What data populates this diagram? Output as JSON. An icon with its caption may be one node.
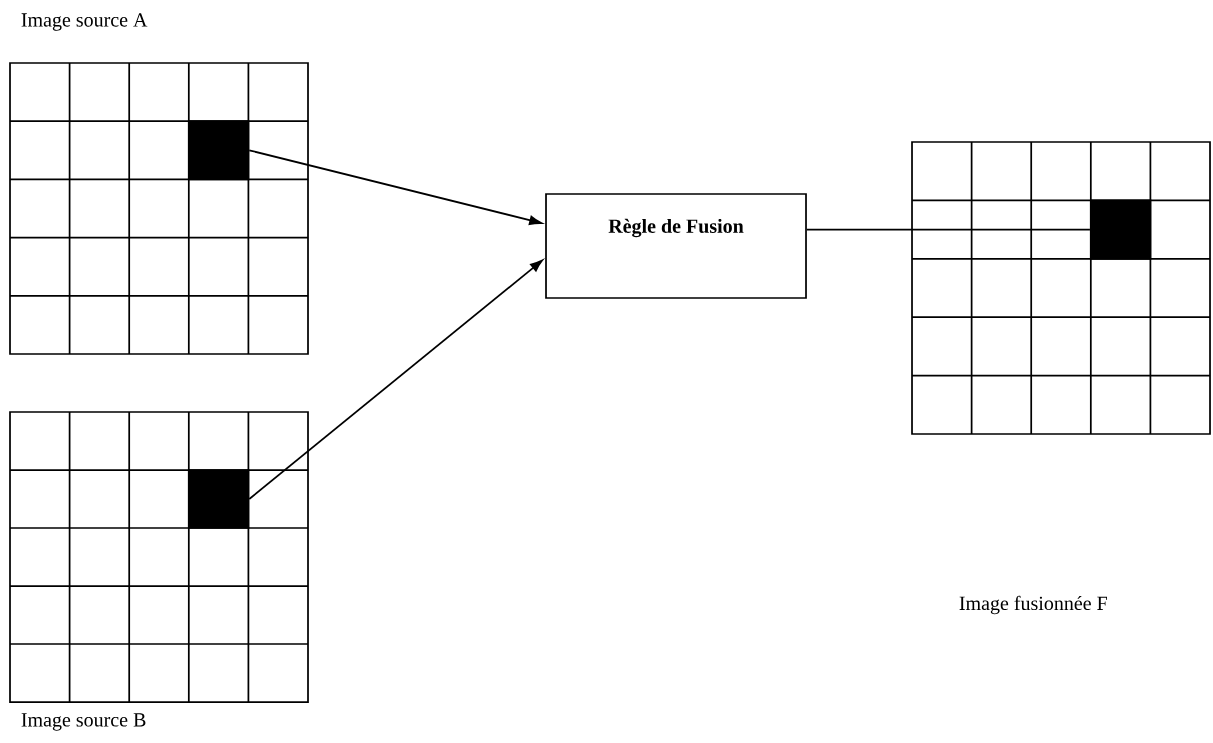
{
  "diagram": {
    "nodes": [
      {
        "text": [
          "Image source A"
        ]
      },
      {
        "text": [],
        "shape": "box",
        "in": 0
      },
      {
        "text": [
          "Image source B"
        ]
      },
      {
        "text": [],
        "shape": "box",
        "in": 2
      },
      {
        "text": [
          "Règle de Fusion"
        ]
      },
      {
        "text": [],
        "shape": "box"
      },
      {
        "text": [],
        "shape": "box",
        "in": 5
      }
    ],
    "edges": [
      {
        "from": 1,
        "to": 4,
        "arrow": "to"
      },
      {
        "from": 3,
        "to": 4,
        "arrow": "to"
      },
      {
        "from": 4,
        "to": 6,
        "arrow": "none"
      }
    ],
    "labels": [
      "Image fusionnée F"
    ]
  }
}
